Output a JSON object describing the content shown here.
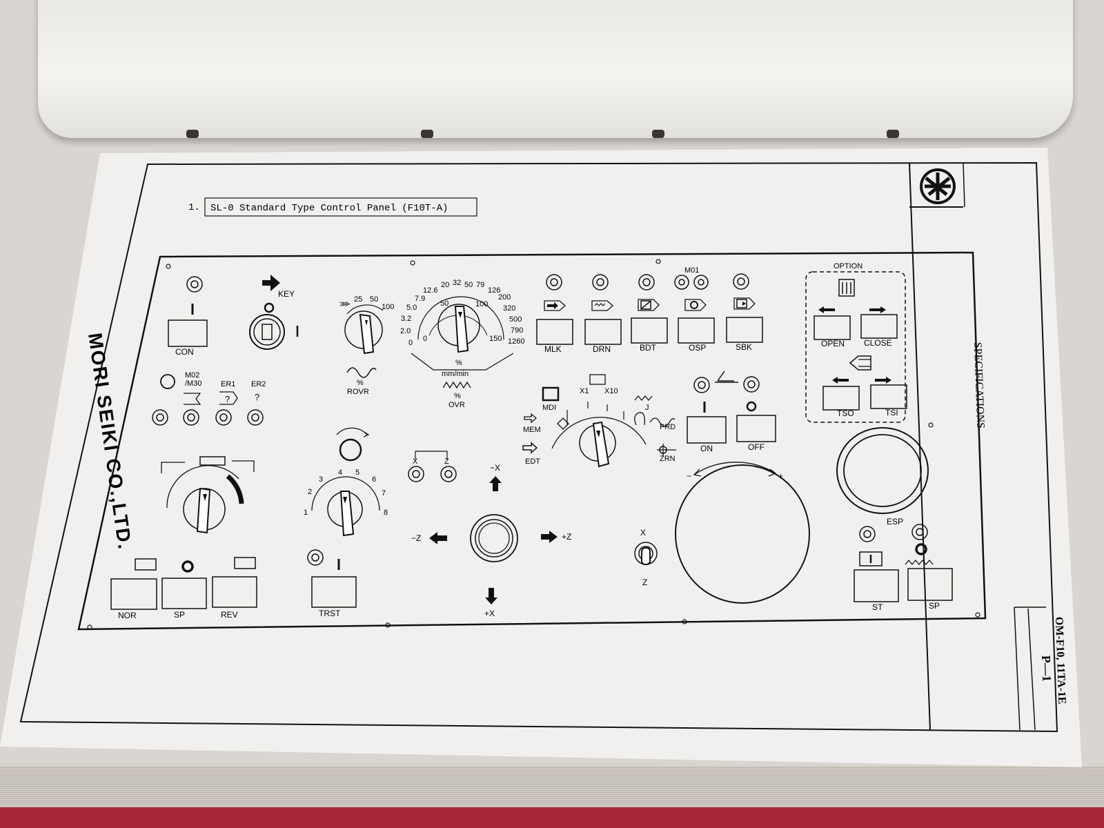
{
  "header": {
    "section_number": "1.",
    "title": "SL-0 Standard Type Control Panel (F10T-A)"
  },
  "side": {
    "company": "MORI SEIKI CO.,LTD.",
    "section": "SPECIFICATIONS",
    "doc_code": "OM-F10, 11TA-1E",
    "page": "P—1"
  },
  "panel": {
    "con": "CON",
    "key": "KEY",
    "m02": "M02",
    "m30": "/M30",
    "er1": "ER1",
    "er2": "ER2",
    "question": "?",
    "rovr_pct": "%",
    "rovr": "ROVR",
    "rapid_scale": [
      "25",
      "50",
      "100"
    ],
    "feed_pct_scale": [
      "0",
      "2.0",
      "3.2",
      "5.0",
      "7.9",
      "12.6",
      "20",
      "32",
      "50",
      "79",
      "126"
    ],
    "feed_mm_scale": [
      "0",
      "50",
      "100",
      "150",
      "200",
      "320",
      "500",
      "790",
      "1260"
    ],
    "pct": "%",
    "mm_min": "mm/min",
    "ovr_pct": "%",
    "ovr": "OVR",
    "tool_numbers": [
      "1",
      "2",
      "3",
      "4",
      "5",
      "6",
      "7",
      "8"
    ],
    "trst": "TRST",
    "x": "X",
    "z": "Z",
    "minus_x": "−X",
    "plus_x": "+X",
    "minus_z": "−Z",
    "plus_z": "+Z",
    "mlk": "MLK",
    "drn": "DRN",
    "bdt": "BDT",
    "osp": "OSP",
    "sbk": "SBK",
    "m01": "M01",
    "mdi": "MDI",
    "mem": "MEM",
    "edt": "EDT",
    "x1": "X1",
    "x10": "X10",
    "j": "J",
    "prd": "PRD",
    "zrn": "ZRN",
    "on": "ON",
    "off": "OFF",
    "minus": "−",
    "plus": "+",
    "option": "OPTION",
    "open": "OPEN",
    "close": "CLOSE",
    "tso": "TSO",
    "tsi": "TSI",
    "esp": "ESP",
    "st": "ST",
    "sp": "SP",
    "nor": "NOR",
    "rev": "REV",
    "switch_x": "X",
    "switch_z": "Z"
  },
  "colors": {
    "ink": "#111111",
    "paper": "#f1f0ee",
    "binder": "#a8283a"
  }
}
